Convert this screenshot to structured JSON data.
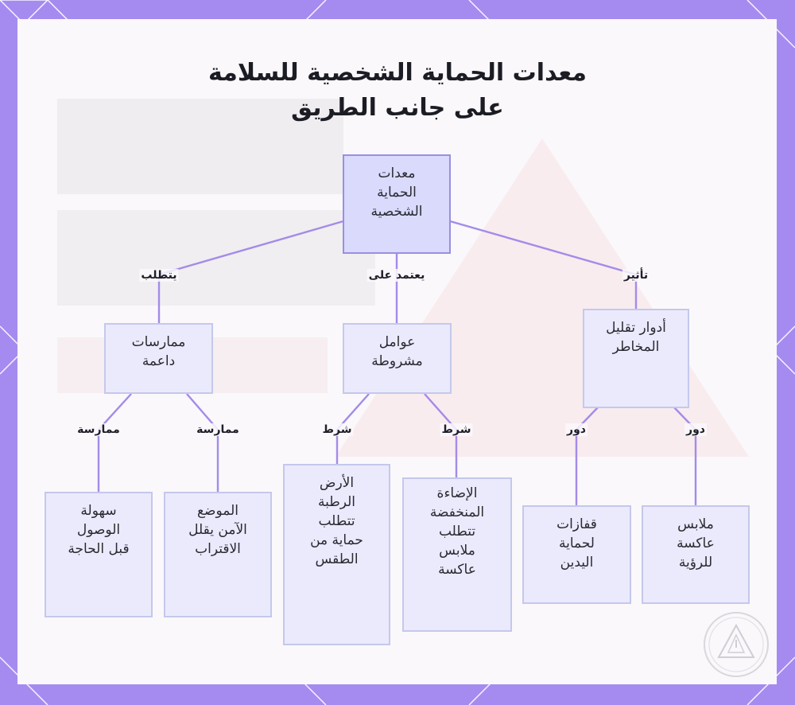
{
  "title_line1": "معدات الحماية الشخصية للسلامة",
  "title_line2": "على جانب الطريق",
  "nodes": {
    "root": "معدات\nالحماية\nالشخصية",
    "practices": "ممارسات\nداعمة",
    "factors": "عوامل\nمشروطة",
    "roles": "أدوار تقليل\nالمخاطر",
    "access": "سهولة\nالوصول\nقبل الحاجة",
    "position": "الموضع\nالآمن يقلل\nالاقتراب",
    "wet": "الأرض\nالرطبة\nتتطلب\nحماية من\nالطقس",
    "lowlight": "الإضاءة\nالمنخفضة\nتتطلب\nملابس\nعاكسة",
    "gloves": "قفازات\nلحماية\nاليدين",
    "reflective": "ملابس\nعاكسة\nللرؤية"
  },
  "edge_labels": {
    "requires": "يتطلب",
    "depends_on": "يعتمد على",
    "impact": "تأثير",
    "practice_a": "ممارسة",
    "practice_b": "ممارسة",
    "condition_a": "شرط",
    "condition_b": "شرط",
    "role_a": "دور",
    "role_b": "دور"
  },
  "colors": {
    "frame": "#a58bf0",
    "edge": "#a48be8",
    "node_fill": "#ebeafc",
    "root_fill": "#d9dafc"
  },
  "icons": {
    "seal": "warning-triangle-seal-icon"
  }
}
